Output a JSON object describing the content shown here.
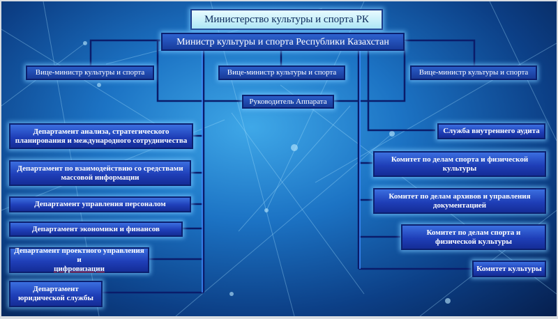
{
  "title": "Министерство культуры и спорта РК",
  "minister": "Министр культуры и спорта Республики Казахстан",
  "vice_ministers": [
    "Вице-министр культуры и спорта",
    "Вице-министр культуры и спорта",
    "Вице-министр культуры и спорта"
  ],
  "head_of_staff": "Руководитель Аппарата",
  "departments": [
    "Департамент анализа, стратегического планирования и международного сотрудничества",
    "Департамент по взаимодействию со средствами массовой информации",
    "Департамент управления персоналом",
    "Департамент экономики и финансов",
    "Департамент проектного управления и",
    "цифровизации",
    "Департамент юридической службы"
  ],
  "right_units": [
    "Служба внутреннего аудита",
    "Комитет по делам спорта и физической культуры",
    "Комитет по делам архивов и управления документацией",
    "Комитет по делам спорта и физической культуры",
    "Комитет культуры"
  ],
  "colors": {
    "line": "#0a1c6a",
    "accent": "#1f3fb8",
    "glow": "#78c8ff"
  }
}
